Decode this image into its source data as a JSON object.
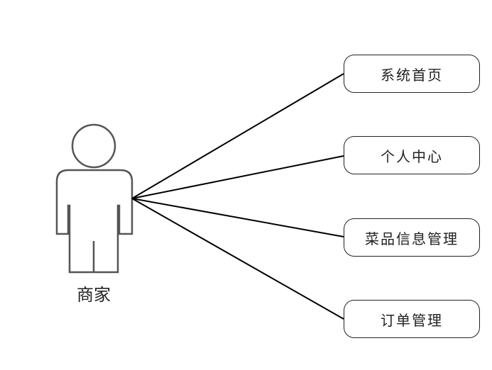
{
  "actor": {
    "label": "商家"
  },
  "use_cases": [
    {
      "label": "系统首页"
    },
    {
      "label": "个人中心"
    },
    {
      "label": "菜品信息管理"
    },
    {
      "label": "订单管理"
    }
  ],
  "colors": {
    "line": "#000000",
    "actor_stroke": "#555555",
    "text": "#222222"
  }
}
